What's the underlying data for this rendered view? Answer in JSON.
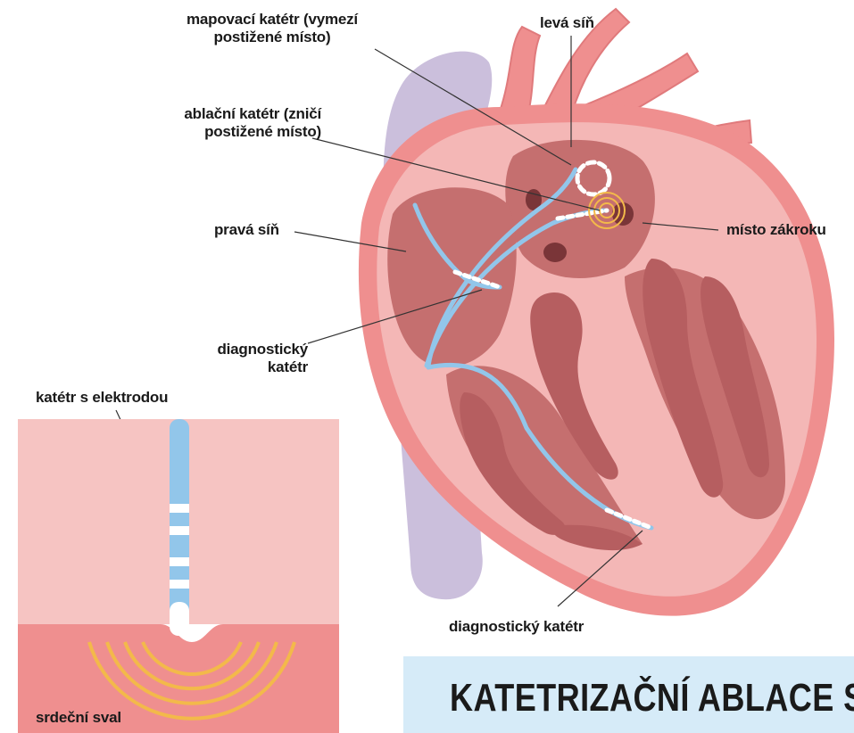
{
  "labels": {
    "mapping_catheter": [
      "mapovací katétr (vymezí",
      "postižené místo)"
    ],
    "left_atrium": "levá síň",
    "ablation_catheter": [
      "ablační katétr (zničí",
      "postižené místo)"
    ],
    "right_atrium": "pravá síň",
    "procedure_site": "místo zákroku",
    "diagnostic_catheter_upper": [
      "diagnostický",
      "katétr"
    ],
    "diagnostic_catheter_lower": "diagnostický katétr",
    "electrode_catheter": "katétr s elektrodou",
    "heart_muscle": "srdeční sval"
  },
  "banner": {
    "title": "KATETRIZAČNÍ ABLACE S"
  },
  "colors": {
    "heart_outer": "#ef8f8f",
    "heart_wall": "#f4b7b6",
    "chamber": "#c56f6f",
    "muscle_dark": "#b65e60",
    "vessel_back": "#cbbfdc",
    "catheter": "#92c6ea",
    "ablation_glow": "#f3b94a",
    "banner_bg": "#d6ebf8"
  }
}
